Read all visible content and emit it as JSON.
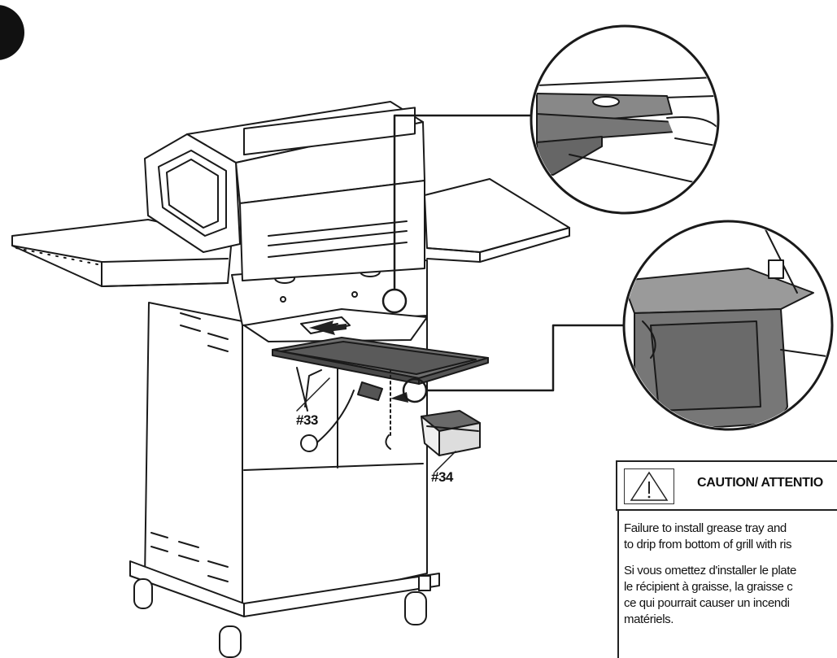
{
  "callouts": {
    "part_33": "#33",
    "part_34": "#34"
  },
  "caution": {
    "title": "CAUTION/ ATTENTIO",
    "warning_icon": "warning-triangle-icon",
    "english_text": "Failure to install grease tray and\nto drip from bottom of grill with ris",
    "french_text": "Si vous omettez d'installer le plate\nle récipient à graisse, la graisse c\nce qui pourrait causer un incendi\nmatériels."
  },
  "colors": {
    "line": "#1a1a1a",
    "tray_fill": "#6f6f6f",
    "zoom_fill": "#8a8a8a"
  }
}
